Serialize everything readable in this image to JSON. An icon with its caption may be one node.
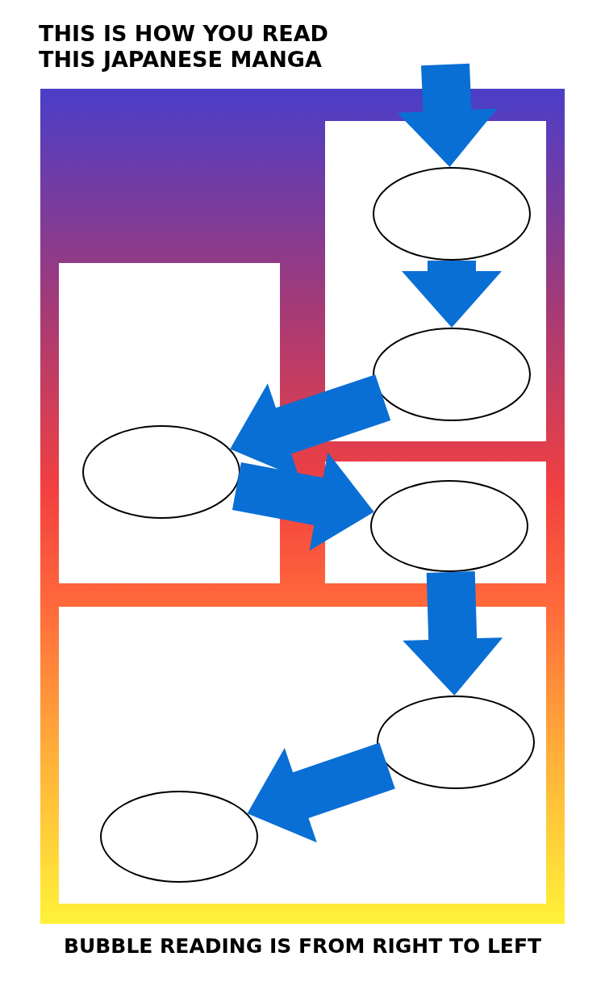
{
  "diagram": {
    "title": "THIS IS HOW YOU READ THIS JAPANESE MANGA",
    "caption": "BUBBLE READING IS FROM RIGHT TO LEFT",
    "nodes": [
      {
        "text": [],
        "shape": "box"
      },
      {
        "text": [],
        "shape": "box",
        "in": 0
      },
      {
        "text": [],
        "shape": "box",
        "in": 0
      },
      {
        "text": [],
        "shape": "box",
        "in": 0
      },
      {
        "text": [],
        "shape": "box",
        "in": 0
      },
      {
        "text": [],
        "shape": "ellipse",
        "in": 1
      },
      {
        "text": [],
        "shape": "ellipse",
        "in": 1
      },
      {
        "text": [],
        "shape": "ellipse",
        "in": 2
      },
      {
        "text": [],
        "shape": "ellipse",
        "in": 3
      },
      {
        "text": [],
        "shape": "ellipse",
        "in": 4
      },
      {
        "text": [],
        "shape": "ellipse",
        "in": 4
      }
    ],
    "edges": [
      {
        "from": null,
        "to": 5,
        "arrow": "to"
      },
      {
        "from": 5,
        "to": 6,
        "arrow": "to"
      },
      {
        "from": 6,
        "to": 7,
        "arrow": "to"
      },
      {
        "from": 7,
        "to": 8,
        "arrow": "to"
      },
      {
        "from": 8,
        "to": 9,
        "arrow": "to"
      },
      {
        "from": 9,
        "to": 10,
        "arrow": "to"
      }
    ]
  }
}
